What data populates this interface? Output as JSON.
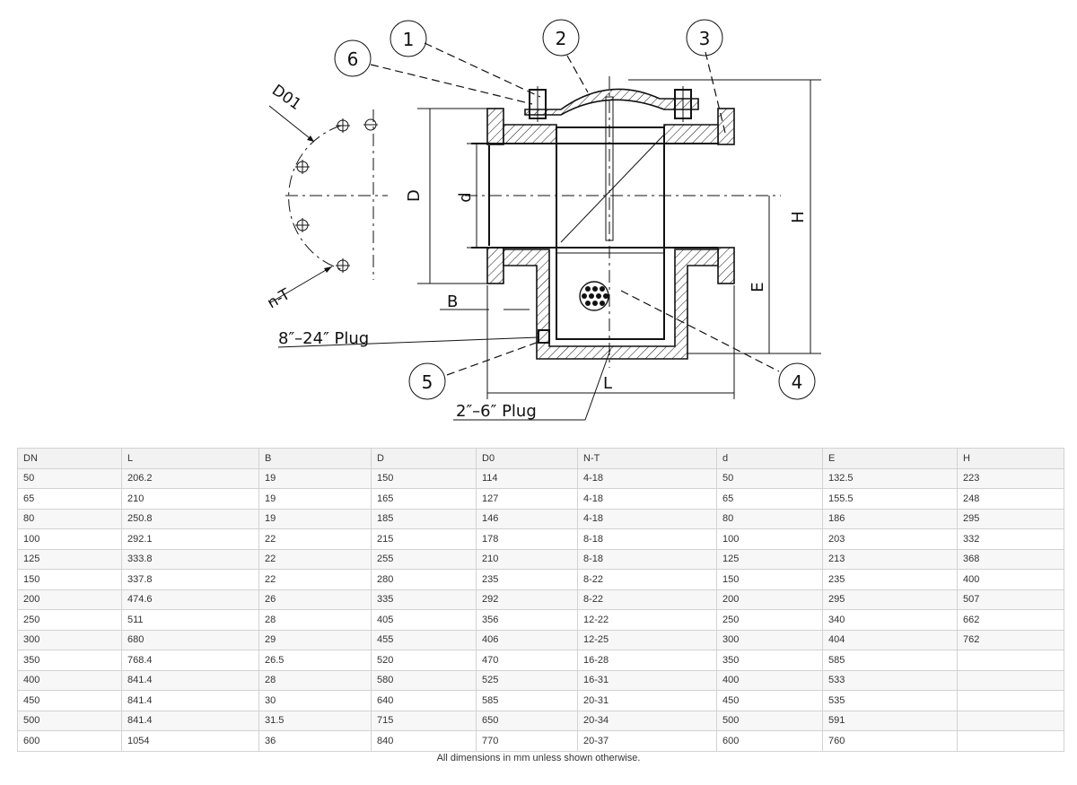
{
  "drawing": {
    "callouts": [
      "1",
      "2",
      "3",
      "4",
      "5",
      "6"
    ],
    "dim_labels": {
      "D01": "D01",
      "nT": "n-T",
      "D": "D",
      "d": "d",
      "B": "B",
      "E": "E",
      "H": "H",
      "L": "L"
    },
    "plug_large": "8″–24″ Plug",
    "plug_small": "2″–6″ Plug"
  },
  "table": {
    "headers": [
      "DN",
      "L",
      "B",
      "D",
      "D0",
      "N-T",
      "d",
      "E",
      "H"
    ],
    "rows": [
      [
        "50",
        "206.2",
        "19",
        "150",
        "114",
        "4-18",
        "50",
        "132.5",
        "223"
      ],
      [
        "65",
        "210",
        "19",
        "165",
        "127",
        "4-18",
        "65",
        "155.5",
        "248"
      ],
      [
        "80",
        "250.8",
        "19",
        "185",
        "146",
        "4-18",
        "80",
        "186",
        "295"
      ],
      [
        "100",
        "292.1",
        "22",
        "215",
        "178",
        "8-18",
        "100",
        "203",
        "332"
      ],
      [
        "125",
        "333.8",
        "22",
        "255",
        "210",
        "8-18",
        "125",
        "213",
        "368"
      ],
      [
        "150",
        "337.8",
        "22",
        "280",
        "235",
        "8-22",
        "150",
        "235",
        "400"
      ],
      [
        "200",
        "474.6",
        "26",
        "335",
        "292",
        "8-22",
        "200",
        "295",
        "507"
      ],
      [
        "250",
        "511",
        "28",
        "405",
        "356",
        "12-22",
        "250",
        "340",
        "662"
      ],
      [
        "300",
        "680",
        "29",
        "455",
        "406",
        "12-25",
        "300",
        "404",
        "762"
      ],
      [
        "350",
        "768.4",
        "26.5",
        "520",
        "470",
        "16-28",
        "350",
        "585",
        ""
      ],
      [
        "400",
        "841.4",
        "28",
        "580",
        "525",
        "16-31",
        "400",
        "533",
        ""
      ],
      [
        "450",
        "841.4",
        "30",
        "640",
        "585",
        "20-31",
        "450",
        "535",
        ""
      ],
      [
        "500",
        "841.4",
        "31.5",
        "715",
        "650",
        "20-34",
        "500",
        "591",
        ""
      ],
      [
        "600",
        "1054",
        "36",
        "840",
        "770",
        "20-37",
        "600",
        "760",
        ""
      ]
    ]
  },
  "note": "All dimensions in mm unless shown otherwise."
}
